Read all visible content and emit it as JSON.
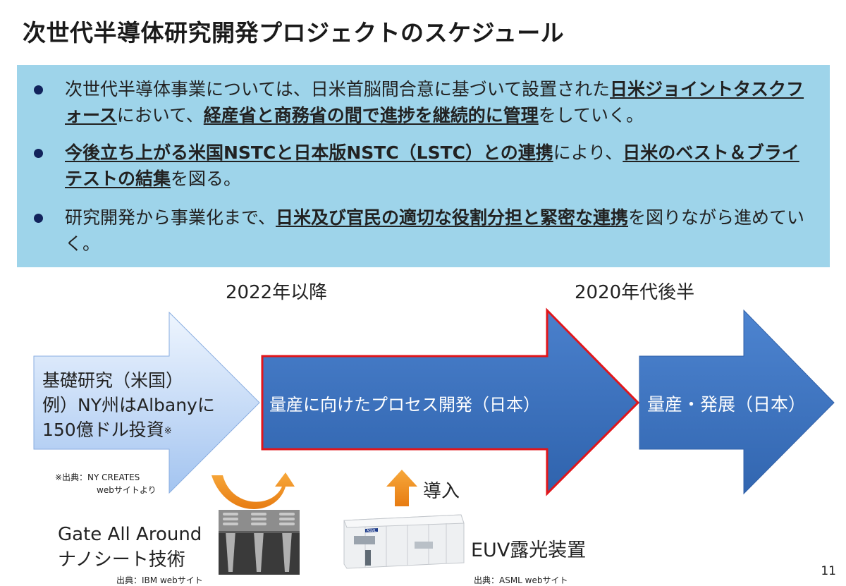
{
  "title": "次世代半導体研究開発プロジェクトのスケジュール",
  "bullets": [
    {
      "parts": [
        {
          "t": "次世代半導体事業については、日米首脳間合意に基づいて設置された",
          "b": false
        },
        {
          "t": "日米ジョイントタスクフォース",
          "b": true
        },
        {
          "t": "において、",
          "b": false
        },
        {
          "t": "経産省と商務省の間で進捗を継続的に管理",
          "b": true
        },
        {
          "t": "をしていく。",
          "b": false
        }
      ]
    },
    {
      "parts": [
        {
          "t": "今後立ち上がる米国NSTCと日本版NSTC（LSTC）との連携",
          "b": true
        },
        {
          "t": "により、",
          "b": false
        },
        {
          "t": "日米のベスト＆ブライテストの結集",
          "b": true
        },
        {
          "t": "を図る。",
          "b": false
        }
      ]
    },
    {
      "parts": [
        {
          "t": "研究開発から事業化まで、",
          "b": false
        },
        {
          "t": "日米及び官民の適切な役割分担と緊密な連携",
          "b": true
        },
        {
          "t": "を図りながら進めていく。",
          "b": false
        }
      ]
    }
  ],
  "phases": {
    "label_2022": "2022年以降",
    "label_2020s": "2020年代後半"
  },
  "arrows": {
    "basic_line1": "基礎研究（米国）",
    "basic_line2": "例）NY州はAlbanyに",
    "basic_line3": "150億ドル投資",
    "basic_note_mark": "※",
    "process": "量産に向けたプロセス開発（日本）",
    "mass": "量産・発展（日本）"
  },
  "sources": {
    "nycreates_line1": "※出典：NY CREATES",
    "nycreates_line2": "webサイトより",
    "ibm": "出典：IBM webサイト",
    "asml": "出典：ASML webサイト"
  },
  "gaa": {
    "line1": "Gate All Around",
    "line2": "ナノシート技術"
  },
  "euv": {
    "intro": "導入",
    "label": "EUV露光装置",
    "brand": "ASML"
  },
  "page_number": "11",
  "colors": {
    "info_bg": "#9ed4ea",
    "bullet_dot": "#12235c",
    "basic_arrow_top": "#e8f1fd",
    "basic_arrow_bottom": "#a9c8f2",
    "process_arrow": "#3d73bf",
    "process_border": "#e0161b",
    "mass_arrow": "#3f77c4",
    "orange": "#f08a1c"
  }
}
